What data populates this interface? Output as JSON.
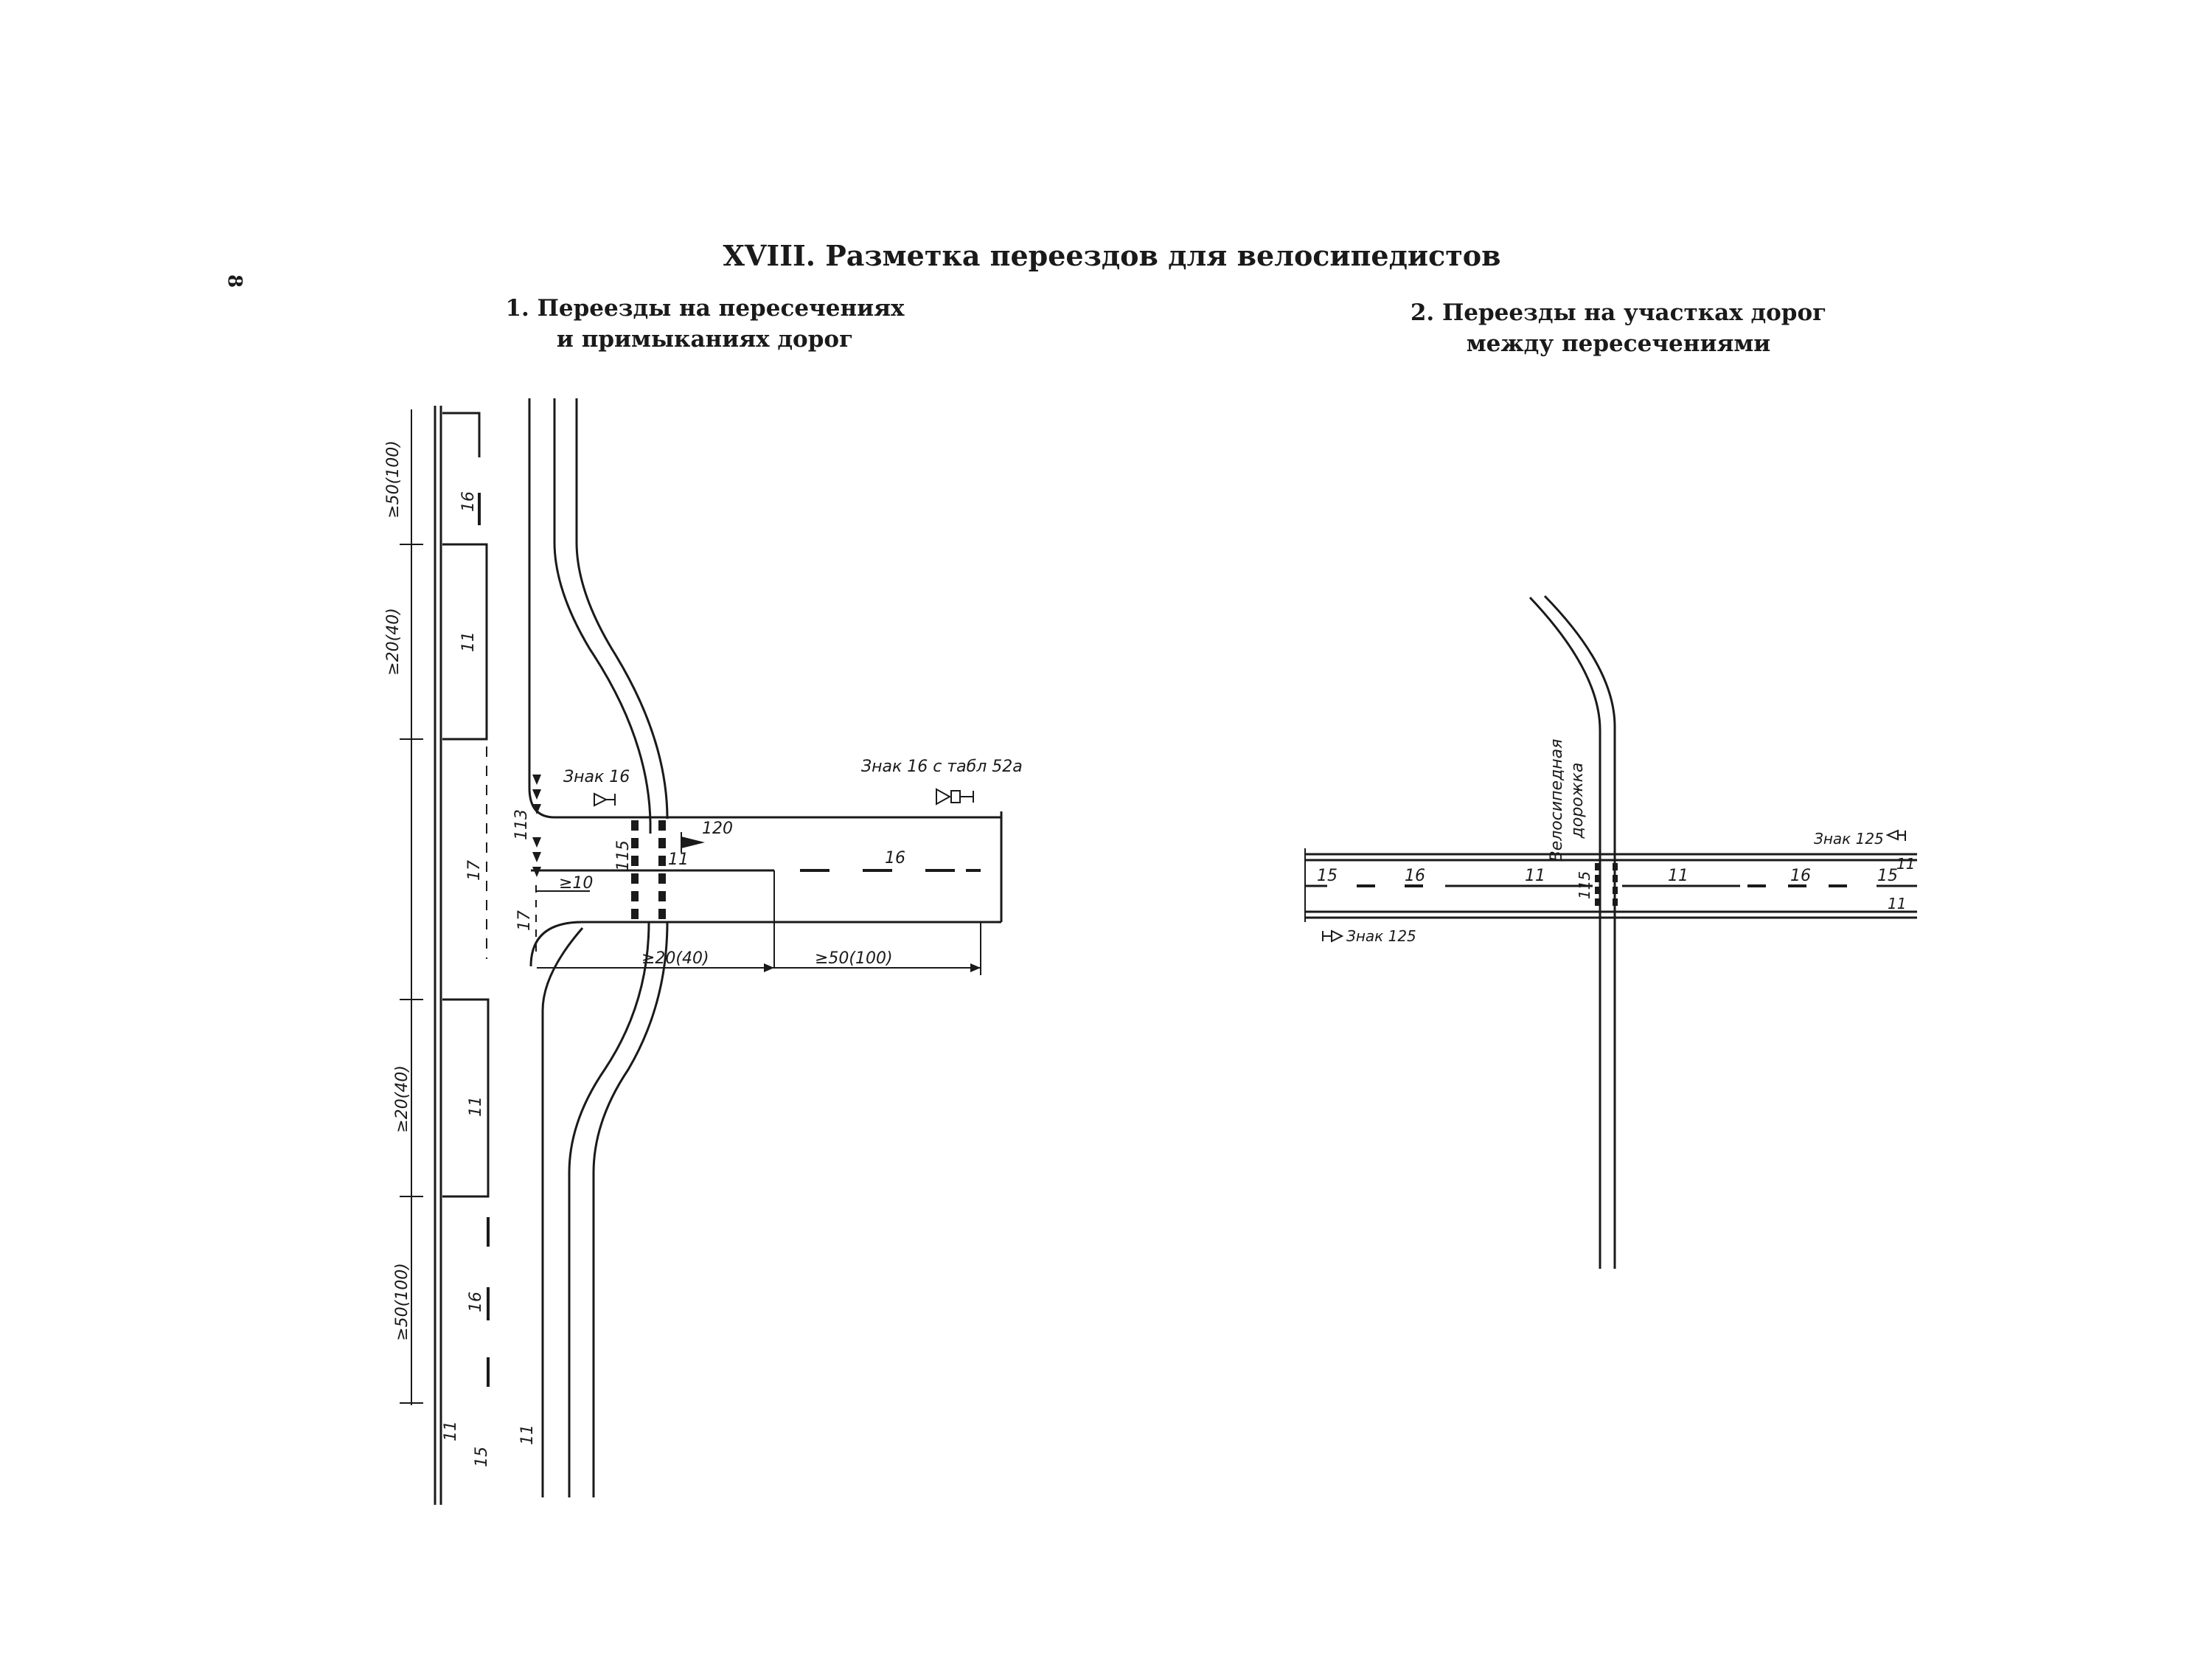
{
  "page_number": "8",
  "title": "XVIII. Разметка переездов для велосипедистов",
  "section1": {
    "title_line1": "1. Переезды на пересечениях",
    "title_line2": "и примыканиях дорог"
  },
  "section2": {
    "title_line1": "2. Переезды на участках дорог",
    "title_line2": "между пересечениями"
  },
  "diagram1": {
    "dim_top_50": "≥50(100)",
    "dim_upper_20": "≥20(40)",
    "dim_lower_20": "≥20(40)",
    "dim_bottom_50": "≥50(100)",
    "mark_16_top": "16",
    "mark_11_upper": "11",
    "mark_17_main": "17",
    "mark_11_lower": "11",
    "mark_16_bottom": "16",
    "mark_11_bottom_left": "11",
    "mark_15_bottom": "15",
    "mark_11_bottom_road": "11",
    "mark_113": "113",
    "mark_115": "115",
    "mark_11_crossing": "11",
    "mark_17_side": "17",
    "dim_10": "≥10",
    "dim_20_side": "≥20(40)",
    "dim_50_side": "≥50(100)",
    "sign_label_1": "Знак 16",
    "sign_label_2": "Знак 16 с табл 52а",
    "sign_120": "120",
    "mark_16_side": "16"
  },
  "diagram2": {
    "path_label_1": "Велосипедная",
    "path_label_2": "дорожка",
    "sign_top": "Знак 125",
    "sign_bottom": "Знак 125",
    "mark_15_left": "15",
    "mark_16_left": "16",
    "mark_11_left": "11",
    "mark_115": "115",
    "mark_11_right": "11",
    "mark_16_right": "16",
    "mark_15_right": "15",
    "mark_11_top_right": "11",
    "mark_11_bottom_right": "11"
  }
}
